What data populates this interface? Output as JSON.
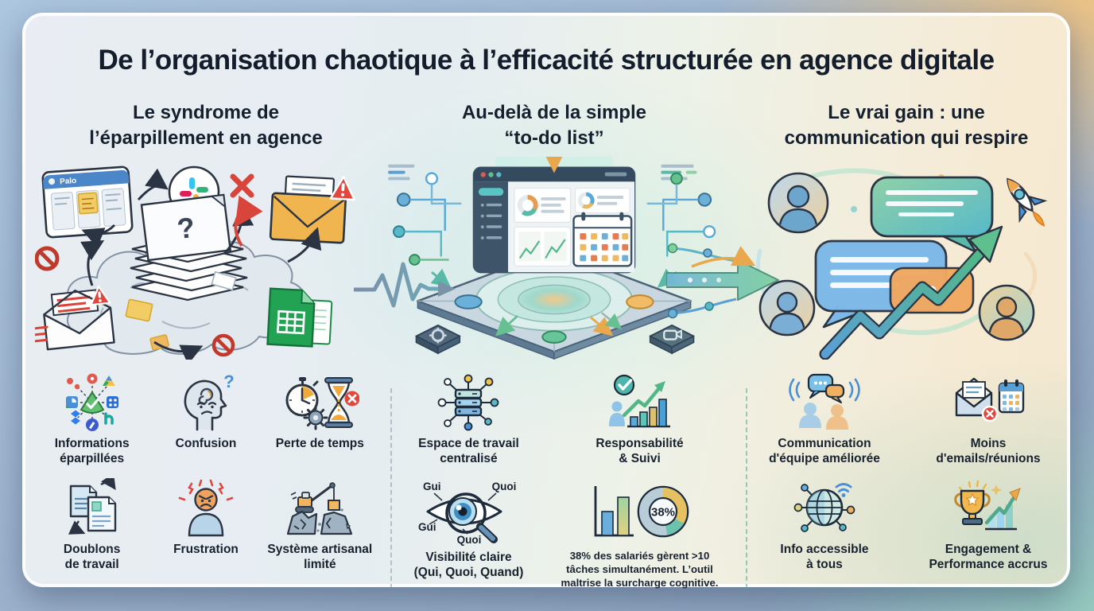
{
  "palette": {
    "navy": "#16202e",
    "teal": "#58b9c9",
    "green": "#52b788",
    "orange": "#f0a850",
    "yellow": "#f2c14e",
    "red": "#e0473d",
    "blue": "#4a90d9"
  },
  "header": {
    "title": "De l’organisation chaotique à l’efficacité structurée en agence digitale"
  },
  "columns": {
    "problem": {
      "heading": "Le syndrome de\nl’éparpillement en agence",
      "illustration": "chaos-cloud-of-scattered-tools",
      "board_label": "Palo",
      "question_mark": "?",
      "items": [
        {
          "icon": "scattered-apps-icon",
          "label": "Informations\néparpillées"
        },
        {
          "icon": "confused-head-icon",
          "label": "Confusion"
        },
        {
          "icon": "time-loss-icon",
          "label": "Perte de temps"
        },
        {
          "icon": "duplicate-docs-icon",
          "label": "Doublons\nde travail"
        },
        {
          "icon": "frustrated-person-icon",
          "label": "Frustration"
        },
        {
          "icon": "broken-crane-icon",
          "label": "Système artisanal\nlimité"
        }
      ]
    },
    "solution": {
      "heading": "Au-delà de la simple\n“to-do list”",
      "illustration": "centralized-platform-dashboard",
      "items": [
        {
          "icon": "central-server-icon",
          "label": "Espace de travail\ncentralisé"
        },
        {
          "icon": "tracking-chart-icon",
          "label": "Responsabilité\n& Suivi"
        },
        {
          "icon": "eye-magnifier-icon",
          "label": "Visibilité claire\n(Qui, Quoi, Quand)",
          "eye_labels": [
            "Gui",
            "Quoi",
            "Gui",
            "Quoi"
          ]
        },
        {
          "icon": "stat-donut-icon",
          "stat_value": "38%",
          "caption": "38% des salariés gèrent >10\ntâches simultanément. L’outil\nmaltrise la surcharge cognitive."
        }
      ]
    },
    "benefit": {
      "heading": "Le vrai gain : une\ncommunication qui respire",
      "illustration": "team-chat-growth",
      "items": [
        {
          "icon": "team-chat-icon",
          "label": "Communication\nd'équipe améliorée"
        },
        {
          "icon": "less-email-calendar-icon",
          "label": "Moins\nd'emails/réunions"
        },
        {
          "icon": "globe-network-icon",
          "label": "Info accessible\nà tous"
        },
        {
          "icon": "trophy-growth-icon",
          "label": "Engagement &\nPerformance accrus"
        }
      ]
    }
  }
}
